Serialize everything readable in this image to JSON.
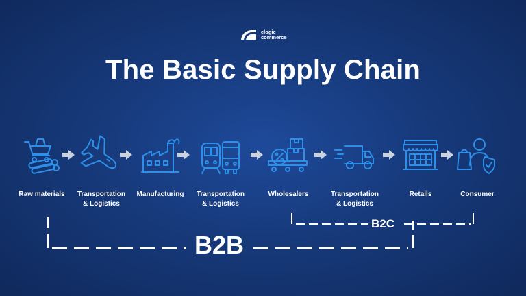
{
  "brand": {
    "line1": "elogic",
    "line2": "commerce"
  },
  "title": "The Basic Supply Chain",
  "colors": {
    "background": "#173a7c",
    "icon": "#2d8fe8",
    "arrow": "#c9d2de",
    "text": "#ffffff"
  },
  "steps": [
    {
      "label": "Raw materials",
      "icon": "raw-materials-icon"
    },
    {
      "label": "Transportation\n& Logistics",
      "icon": "airplane-icon"
    },
    {
      "label": "Manufacturing",
      "icon": "factory-icon"
    },
    {
      "label": "Transportation\n& Logistics",
      "icon": "train-bus-icon"
    },
    {
      "label": "Wholesalers",
      "icon": "warehouse-icon"
    },
    {
      "label": "Transportation\n& Logistics",
      "icon": "delivery-truck-icon"
    },
    {
      "label": "Retails",
      "icon": "store-icon"
    },
    {
      "label": "Consumer",
      "icon": "consumer-icon"
    }
  ],
  "segments": {
    "b2b": "B2B",
    "b2c": "B2C"
  }
}
